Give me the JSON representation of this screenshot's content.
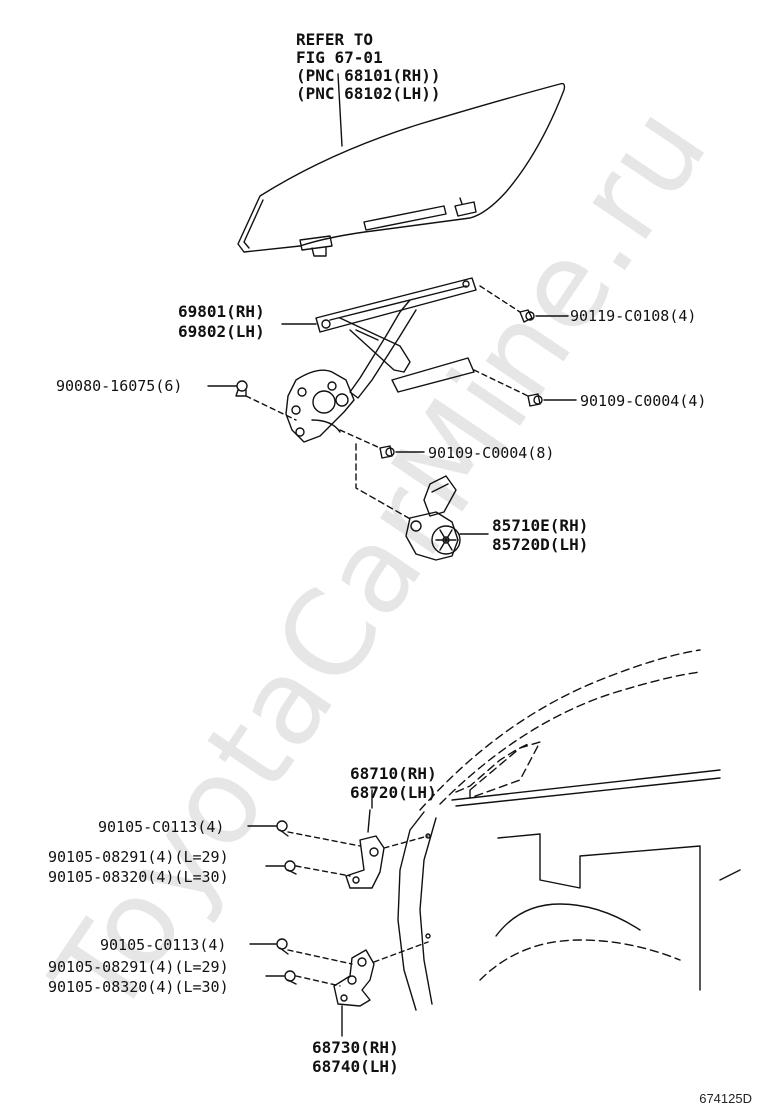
{
  "watermark": "ToyotaCarMine.ru",
  "figure_code": "674125D",
  "callouts": {
    "glass_ref": [
      "REFER TO",
      "FIG 67-01",
      "(PNC 68101(RH))",
      "(PNC 68102(LH))"
    ],
    "regulator": [
      "69801(RH)",
      "69802(LH)"
    ],
    "bolt_top_right": "90119-C0108(4)",
    "bolt_left": "90080-16075(6)",
    "bolt_mid_right": "90109-C0004(4)",
    "bolt_lower": "90109-C0004(8)",
    "motor": [
      "85710E(RH)",
      "85720D(LH)"
    ],
    "upper_hinge": [
      "68710(RH)",
      "68720(LH)"
    ],
    "upper_hinge_bolts": [
      "90105-C0113(4)",
      "90105-08291(4)(L=29)",
      "90105-08320(4)(L=30)"
    ],
    "lower_hinge_bolts": [
      "90105-C0113(4)",
      "90105-08291(4)(L=29)",
      "90105-08320(4)(L=30)"
    ],
    "lower_hinge": [
      "68730(RH)",
      "68740(LH)"
    ]
  }
}
